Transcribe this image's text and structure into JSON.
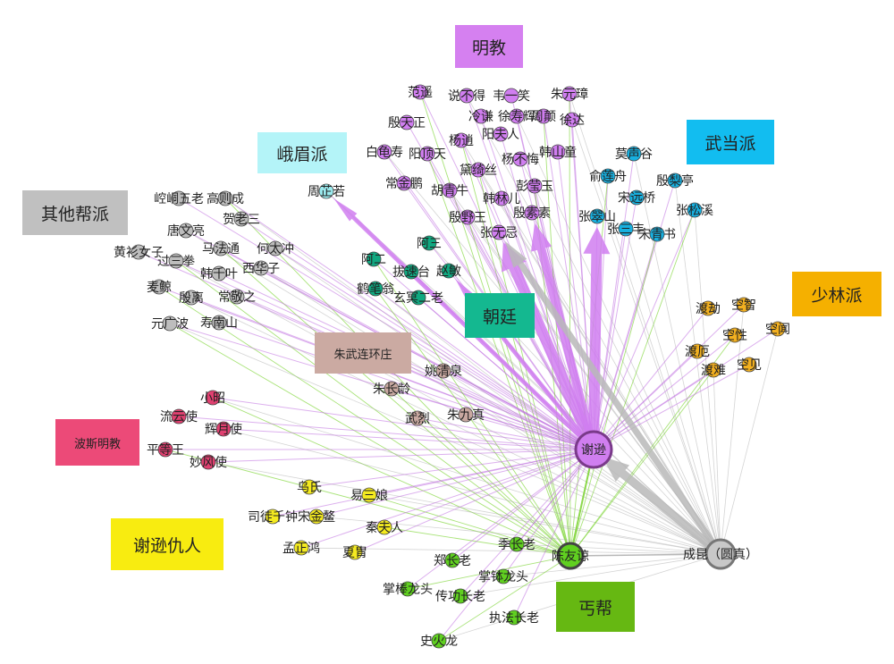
{
  "title": "谢逊人物关系网络",
  "categories": {
    "mingjiao": {
      "label": "明教",
      "color": "#d580f0"
    },
    "emei": {
      "label": "峨眉派",
      "color": "#b4f4f8"
    },
    "wudang": {
      "label": "武当派",
      "color": "#12bdf0"
    },
    "other": {
      "label": "其他帮派",
      "color": "#c0c0c0"
    },
    "shaolin": {
      "label": "少林派",
      "color": "#f5b000"
    },
    "court": {
      "label": "朝廷",
      "color": "#14b890"
    },
    "zhuwu": {
      "label": "朱武连环庄",
      "color": "#cbaaa2"
    },
    "persia": {
      "label": "波斯明教",
      "color": "#ec4a78"
    },
    "enemies": {
      "label": "谢逊仇人",
      "color": "#f8ec10"
    },
    "beggars": {
      "label": "丐帮",
      "color": "#66b812"
    }
  },
  "node_colors": {
    "mingjiao": "#d07ef0",
    "emei": "#9cecf0",
    "wudang": "#18b0e0",
    "other": "#bdbdbd",
    "shaolin": "#f2b020",
    "court": "#10a880",
    "zhuwu": "#c8a8a0",
    "persia": "#e04070",
    "enemies": "#f4ea20",
    "beggars": "#60d020",
    "center": "#d07ef0",
    "chengkun": "#c8c8c8"
  },
  "nodes": [
    {
      "name": "谢逊",
      "group": "center",
      "hub": true
    },
    {
      "name": "成昆（圆真）",
      "group": "chengkun",
      "hub": true
    },
    {
      "name": "陈友谅",
      "group": "beggars",
      "hub": true
    },
    {
      "name": "范遥",
      "group": "mingjiao"
    },
    {
      "name": "说不得",
      "group": "mingjiao"
    },
    {
      "name": "韦一笑",
      "group": "mingjiao"
    },
    {
      "name": "朱元璋",
      "group": "mingjiao"
    },
    {
      "name": "冷谦",
      "group": "mingjiao"
    },
    {
      "name": "徐寿辉",
      "group": "mingjiao"
    },
    {
      "name": "周颠",
      "group": "mingjiao"
    },
    {
      "name": "徐达",
      "group": "mingjiao"
    },
    {
      "name": "殷天正",
      "group": "mingjiao"
    },
    {
      "name": "杨逍",
      "group": "mingjiao"
    },
    {
      "name": "阳夫人",
      "group": "mingjiao"
    },
    {
      "name": "白龟寿",
      "group": "mingjiao"
    },
    {
      "name": "阳顶天",
      "group": "mingjiao"
    },
    {
      "name": "杨不悔",
      "group": "mingjiao"
    },
    {
      "name": "韩山童",
      "group": "mingjiao"
    },
    {
      "name": "黛绮丝",
      "group": "mingjiao"
    },
    {
      "name": "常金鹏",
      "group": "mingjiao"
    },
    {
      "name": "胡青牛",
      "group": "mingjiao"
    },
    {
      "name": "彭莹玉",
      "group": "mingjiao"
    },
    {
      "name": "韩林儿",
      "group": "mingjiao"
    },
    {
      "name": "殷素素",
      "group": "mingjiao"
    },
    {
      "name": "殷野王",
      "group": "mingjiao"
    },
    {
      "name": "张无忌",
      "group": "mingjiao"
    },
    {
      "name": "莫声谷",
      "group": "wudang"
    },
    {
      "name": "俞莲舟",
      "group": "wudang"
    },
    {
      "name": "殷梨亭",
      "group": "wudang"
    },
    {
      "name": "宋远桥",
      "group": "wudang"
    },
    {
      "name": "张松溪",
      "group": "wudang"
    },
    {
      "name": "张翠山",
      "group": "wudang"
    },
    {
      "name": "张三丰",
      "group": "wudang"
    },
    {
      "name": "宋青书",
      "group": "wudang"
    },
    {
      "name": "周芷若",
      "group": "emei"
    },
    {
      "name": "崆峒五老",
      "group": "other"
    },
    {
      "name": "高则成",
      "group": "other"
    },
    {
      "name": "贺老三",
      "group": "other"
    },
    {
      "name": "唐文亮",
      "group": "other"
    },
    {
      "name": "马法通",
      "group": "other"
    },
    {
      "name": "何太冲",
      "group": "other"
    },
    {
      "name": "黄衫女子",
      "group": "other"
    },
    {
      "name": "过三拳",
      "group": "other"
    },
    {
      "name": "韩千叶",
      "group": "other"
    },
    {
      "name": "西华子",
      "group": "other"
    },
    {
      "name": "麦鲸",
      "group": "other"
    },
    {
      "name": "殷离",
      "group": "other"
    },
    {
      "name": "常敬之",
      "group": "other"
    },
    {
      "name": "元广波",
      "group": "other"
    },
    {
      "name": "寿南山",
      "group": "other"
    },
    {
      "name": "阿三",
      "group": "court"
    },
    {
      "name": "阿二",
      "group": "court"
    },
    {
      "name": "拔速台",
      "group": "court"
    },
    {
      "name": "赵敏",
      "group": "court"
    },
    {
      "name": "鹤笔翁",
      "group": "court"
    },
    {
      "name": "玄冥二老",
      "group": "court"
    },
    {
      "name": "姚清泉",
      "group": "zhuwu"
    },
    {
      "name": "朱长龄",
      "group": "zhuwu"
    },
    {
      "name": "武烈",
      "group": "zhuwu"
    },
    {
      "name": "朱九真",
      "group": "zhuwu"
    },
    {
      "name": "小昭",
      "group": "persia"
    },
    {
      "name": "流云使",
      "group": "persia"
    },
    {
      "name": "辉月使",
      "group": "persia"
    },
    {
      "name": "平等王",
      "group": "persia"
    },
    {
      "name": "妙风使",
      "group": "persia"
    },
    {
      "name": "乌氏",
      "group": "enemies"
    },
    {
      "name": "易三娘",
      "group": "enemies"
    },
    {
      "name": "司徒千钟",
      "group": "enemies"
    },
    {
      "name": "宋金鳌",
      "group": "enemies"
    },
    {
      "name": "秦夫人",
      "group": "enemies"
    },
    {
      "name": "孟正鸿",
      "group": "enemies"
    },
    {
      "name": "夏胄",
      "group": "enemies"
    },
    {
      "name": "季长老",
      "group": "beggars"
    },
    {
      "name": "郑长老",
      "group": "beggars"
    },
    {
      "name": "掌钵龙头",
      "group": "beggars"
    },
    {
      "name": "掌棒龙头",
      "group": "beggars"
    },
    {
      "name": "传功长老",
      "group": "beggars"
    },
    {
      "name": "执法长老",
      "group": "beggars"
    },
    {
      "name": "史火龙",
      "group": "beggars"
    },
    {
      "name": "渡劫",
      "group": "shaolin"
    },
    {
      "name": "空智",
      "group": "shaolin"
    },
    {
      "name": "空性",
      "group": "shaolin"
    },
    {
      "name": "空闻",
      "group": "shaolin"
    },
    {
      "name": "渡厄",
      "group": "shaolin"
    },
    {
      "name": "渡难",
      "group": "shaolin"
    },
    {
      "name": "空见",
      "group": "shaolin"
    }
  ],
  "strong_edges": [
    {
      "source": "谢逊",
      "target": "张无忌",
      "weight": 5
    },
    {
      "source": "谢逊",
      "target": "殷素素",
      "weight": 4
    },
    {
      "source": "谢逊",
      "target": "张翠山",
      "weight": 5
    },
    {
      "source": "谢逊",
      "target": "赵敏",
      "weight": 2
    },
    {
      "source": "谢逊",
      "target": "周芷若",
      "weight": 2
    },
    {
      "source": "成昆（圆真）",
      "target": "谢逊",
      "weight": 4
    },
    {
      "source": "成昆（圆真）",
      "target": "张无忌",
      "weight": 3
    }
  ]
}
